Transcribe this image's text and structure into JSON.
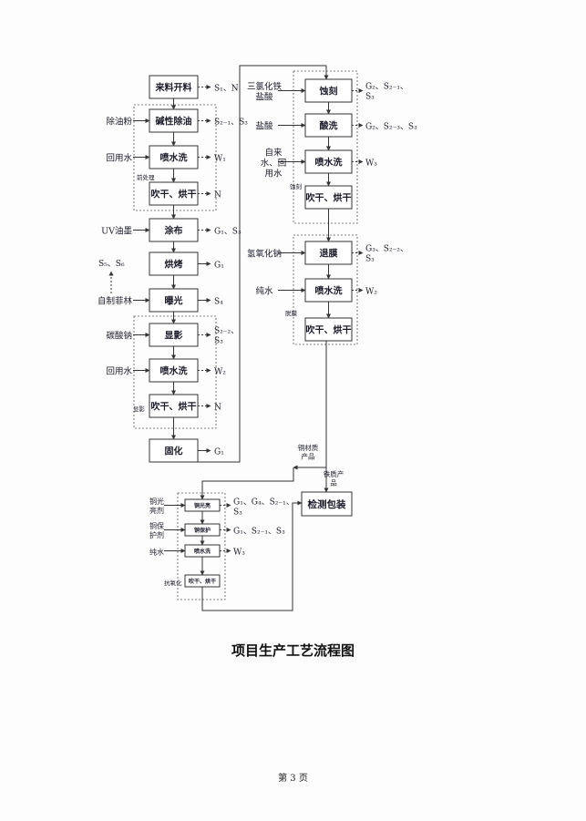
{
  "left": {
    "steps": [
      "来料开料",
      "碱性除油",
      "喷水洗",
      "吹干、烘干",
      "涂布",
      "烘烤",
      "曝光",
      "显影",
      "喷水洗",
      "吹干、烘干",
      "固化"
    ],
    "inputs": [
      "除油粉",
      "回用水",
      "UV油墨",
      "自制菲林",
      "碳酸钠",
      "回用水"
    ],
    "outputs": [
      [
        "S₁、N"
      ],
      [
        "S₂₋₁、S₃"
      ],
      [
        "W₁"
      ],
      [
        "N"
      ],
      [
        "G₁、S₃"
      ],
      [
        "G₁"
      ],
      [
        "S₄"
      ],
      [
        "S₂₋₂、",
        "S₃"
      ],
      [
        "W₂"
      ],
      [
        "N"
      ],
      [
        "G₁"
      ]
    ],
    "byproduct": "S₅、S₆",
    "groups": [
      "前处理",
      "显影"
    ]
  },
  "right": {
    "steps": [
      "蚀刻",
      "酸洗",
      "喷水洗",
      "吹干、烘干",
      "退膜",
      "喷水洗",
      "吹干、烘干"
    ],
    "inputs": [
      [
        "三氯化铁",
        "盐酸"
      ],
      [
        "盐酸"
      ],
      [
        "自来",
        "水、回",
        "用水"
      ],
      [
        "氢氧化钠"
      ],
      [
        "纯水"
      ]
    ],
    "outputs": [
      [
        "G₂、S₂₋₁、",
        "S₃"
      ],
      [
        "G₂、S₂₋₃、S₃"
      ],
      [
        "W₃"
      ],
      [
        "G₃、S₂₋₂、",
        "S₃"
      ],
      [
        "W₂"
      ]
    ],
    "groups": [
      "蚀刻",
      "脱膜"
    ]
  },
  "branch": {
    "copper_label": [
      "铜材质",
      "产品"
    ],
    "iron_label": [
      "铁质产",
      "品"
    ],
    "final_step": "检测包装"
  },
  "copper": {
    "steps": [
      "铜光亮",
      "铜保护",
      "喷水洗",
      "吹干、烘干"
    ],
    "inputs": [
      [
        "铜光",
        "亮剂"
      ],
      [
        "铜保",
        "护剂"
      ],
      [
        "纯水"
      ]
    ],
    "outputs": [
      [
        "G₁、G₄、S₂₋₁、",
        "S₃"
      ],
      [
        "G₁、S₂₋₁、S₃"
      ],
      [
        "W₃"
      ]
    ],
    "group": "抗氧化"
  },
  "title": "项目生产工艺流程图",
  "footer": "第 3 页"
}
